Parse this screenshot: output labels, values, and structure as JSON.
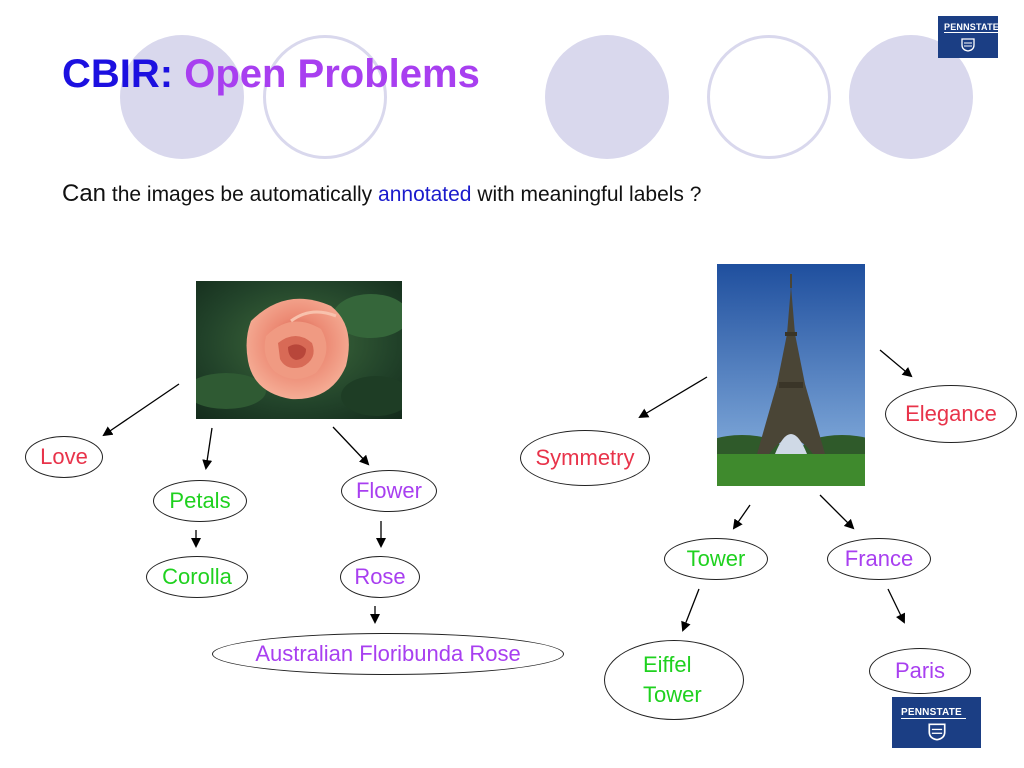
{
  "title": {
    "part1": "CBIR:",
    "part2": "Open Problems"
  },
  "question": {
    "can": "Can",
    "pre": "the images be automatically",
    "highlight": "annotated",
    "post": "with meaningful labels ?"
  },
  "rose_labels": {
    "love": "Love",
    "petals": "Petals",
    "flower": "Flower",
    "corolla": "Corolla",
    "rose": "Rose",
    "australian": "Australian Floribunda Rose"
  },
  "eiffel_labels": {
    "symmetry": "Symmetry",
    "elegance": "Elegance",
    "tower": "Tower",
    "france": "France",
    "eiffel_line1": "Eiffel",
    "eiffel_line2": "Tower",
    "paris": "Paris"
  },
  "logo": {
    "text": "PENNSTATE"
  },
  "colors": {
    "title_blue": "#1c10e0",
    "title_purple": "#a83ff0",
    "label_red": "#e8334a",
    "label_green": "#1fd11f",
    "label_purple": "#a83ff0",
    "highlight_blue": "#1a1acc",
    "deco_circle": "#d9d8ed",
    "logo_navy": "#1b3e84"
  }
}
